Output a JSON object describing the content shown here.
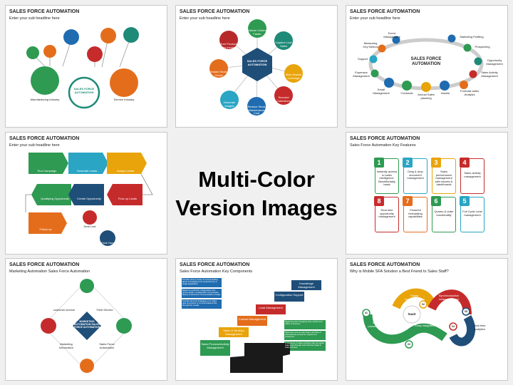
{
  "center": {
    "line1": "Multi-Color",
    "line2": "Version Images"
  },
  "slides": [
    {
      "title": "SALES FORCE AUTOMATION",
      "subtitle": "Enter your sub headline here",
      "center_text": "SALES FORCE AUTOMATION",
      "left_label": "Manufacturing Industry",
      "right_label": "Service Industry"
    },
    {
      "title": "SALES FORCE AUTOMATION",
      "subtitle": "Enter your sub headline here",
      "center_text": "SALES FORCE AUTOMATION",
      "items": [
        "Deliver Orders Faster",
        "Capture Lost Sales",
        "More Market Coverage",
        "Secured Collections",
        "Reduce Stock Maintenance Cost",
        "Generate Images",
        "Instant Stock Check",
        "More Products Per Invoice"
      ]
    },
    {
      "title": "SALES FORCE AUTOMATION",
      "subtitle": "Enter your sub headline here",
      "center_text": "SALES FORCE AUTOMATION",
      "items": [
        "Event Management",
        "Marketing Profiling",
        "Measuring Key Metrics",
        "Prospecting",
        "Support",
        "Opportunity Management",
        "Expenses Management",
        "Sales Activity Management",
        "Email Management",
        "Forecast sales Analysis",
        "Contracts",
        "Annual Sales planning",
        "Assets"
      ]
    },
    {
      "title": "SALES FORCE AUTOMATION",
      "subtitle": "Enter your sub headline here",
      "items": [
        "Run Campaign",
        "Generate Leads",
        "Assign Leads",
        "Qualifying Opportunity",
        "Create Opportunity",
        "Flow up Leads",
        "Follow up",
        "Deal Lost",
        "Deal Own"
      ]
    },
    {
      "title": "SALES FORCE AUTOMATION",
      "subtitle": "Sales Force Automation Key Features",
      "cards": [
        {
          "n": "1",
          "text": "Instantly access to sales intelligence. Benefits/daily basis"
        },
        {
          "n": "2",
          "text": "Drag & drop document management"
        },
        {
          "n": "3",
          "text": "Sales performance management with reports & dashboards"
        },
        {
          "n": "4",
          "text": "Sales activity management"
        },
        {
          "n": "8",
          "text": "Real time opportunity management"
        },
        {
          "n": "7",
          "text": "Powerful forecasting capabilities"
        },
        {
          "n": "6",
          "text": "Quotes & order functionality"
        },
        {
          "n": "5",
          "text": "Full Cycle Lead management"
        }
      ]
    },
    {
      "title": "SALES FORCE AUTOMATION",
      "subtitle": "Marketing Automation Sales Force Automation",
      "center_text": "MARKETING AUTOMATION SALES FORCE AUTOMATION",
      "items": [
        "customer service",
        "Field Service",
        "Marketing Information",
        "Sales Force Automation"
      ]
    },
    {
      "title": "SALES FORCE AUTOMATION",
      "subtitle": "Sales Force Automation Key Components",
      "steps": [
        "Knowledge Management",
        "Configuration Support",
        "Lead Management",
        "Contact Management",
        "Sales & Territory Management",
        "Sales Process/Activity Management"
      ],
      "blue_notes": [
        "Provide users a mean of communicating about and adding to its contents from a single application",
        "Based on products' configuration and prices quotes, configuration tool provides history of electronic communication of data.",
        "Provide full proof strategies on to sales task, document or communications link through the results."
      ],
      "green_notes": [
        "Beginning and managing case activity and within consumers",
        "Welcomes into as sale teams and lists of whereabouts prospects, targets and customers.",
        "A sequence of sales activities that can guide sales reps through each discrete stage in sales process."
      ]
    },
    {
      "title": "SALES FORCE AUTOMATION",
      "subtitle": "Why is Mobile SFA Solution a Best Friend to Sales Staff?",
      "items": [
        {
          "n": "01",
          "text": "Significant process Changes"
        },
        {
          "n": "02",
          "text": "Faster Implementation with SaaS"
        },
        {
          "n": "03",
          "text": "Easy Integration"
        },
        {
          "n": "04",
          "text": "Synchronization between IT and sales staff"
        },
        {
          "n": "05",
          "text": "Real time Analytics"
        }
      ],
      "saas": "SaaS"
    }
  ]
}
